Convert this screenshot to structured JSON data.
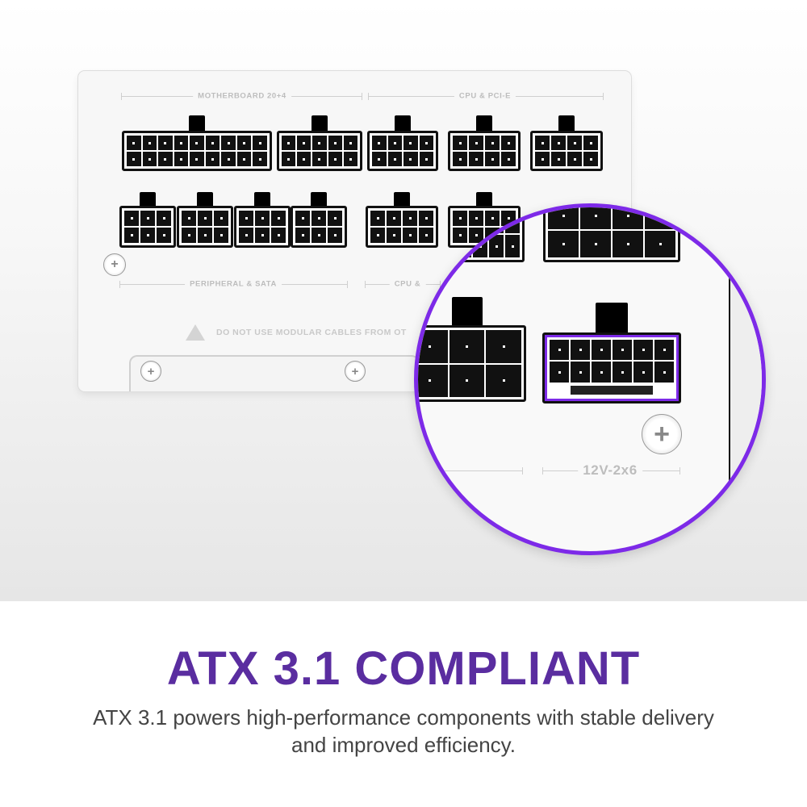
{
  "panel": {
    "labels": {
      "motherboard": "MOTHERBOARD 20+4",
      "cpu_pcie": "CPU & PCI-E",
      "peripheral": "PERIPHERAL & SATA",
      "cpu2": "CPU &",
      "warning": "DO NOT USE MODULAR CABLES FROM OT",
      "highlight": "12V-2x6"
    },
    "icons": [
      "warning-triangle-icon",
      "screw-icon"
    ]
  },
  "colors": {
    "accent": "#7d2ae8",
    "title": "#5a2da0",
    "text": "#444444"
  },
  "headline": "ATX 3.1 COMPLIANT",
  "description_line1": "ATX 3.1 powers high-performance components with stable delivery",
  "description_line2": "and improved efficiency."
}
